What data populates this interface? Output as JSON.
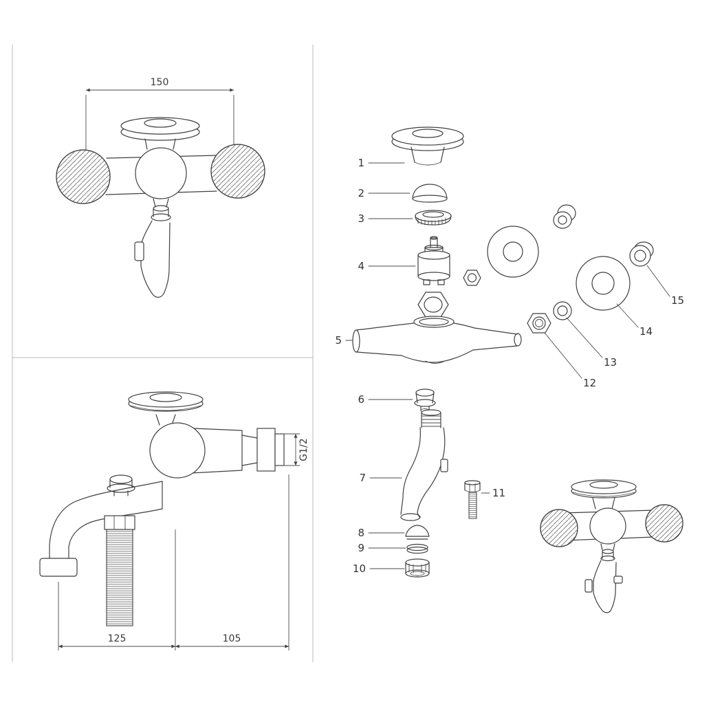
{
  "page": {
    "background": "#ffffff",
    "line_color": "#3f3f3f",
    "description": "Technical drawing of wall-mounted bath/shower mixer faucet: dimensioned front and side views plus exploded parts diagram"
  },
  "views": {
    "front": {
      "dim_width": "150"
    },
    "side": {
      "dim_spout_reach": "125",
      "dim_wall_depth": "105",
      "thread_label": "G1/2"
    }
  },
  "exploded": {
    "part_labels": [
      "1",
      "2",
      "3",
      "4",
      "5",
      "6",
      "7",
      "8",
      "9",
      "10",
      "11",
      "12",
      "13",
      "14",
      "15"
    ]
  }
}
